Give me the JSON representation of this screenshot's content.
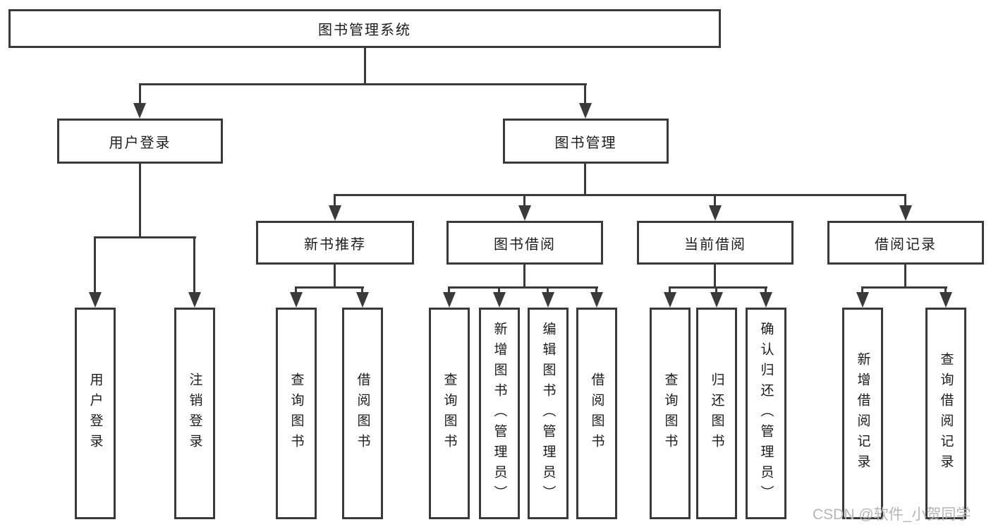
{
  "diagram": {
    "root": {
      "label": "图书管理系统"
    },
    "branches": [
      {
        "label": "用户登录",
        "children": [
          {
            "label": "用户登录"
          },
          {
            "label": "注销登录"
          }
        ]
      },
      {
        "label": "图书管理",
        "children": [
          {
            "label": "新书推荐",
            "children": [
              {
                "label": "查询图书"
              },
              {
                "label": "借阅图书"
              }
            ]
          },
          {
            "label": "图书借阅",
            "children": [
              {
                "label": "查询图书"
              },
              {
                "label": "新增图书（管理员）"
              },
              {
                "label": "编辑图书（管理员）"
              },
              {
                "label": "借阅图书"
              }
            ]
          },
          {
            "label": "当前借阅",
            "children": [
              {
                "label": "查询图书"
              },
              {
                "label": "归还图书"
              },
              {
                "label": "确认归还（管理员）"
              }
            ]
          },
          {
            "label": "借阅记录",
            "children": [
              {
                "label": "新增借阅记录"
              },
              {
                "label": "查询借阅记录"
              }
            ]
          }
        ]
      }
    ]
  },
  "watermark": {
    "text": "CSDN @软件_小贺同学"
  },
  "colors": {
    "line": "#3a3a3a",
    "text": "#1c1c1c",
    "watermark_text": "#b6b6b6",
    "background": "#ffffff"
  }
}
